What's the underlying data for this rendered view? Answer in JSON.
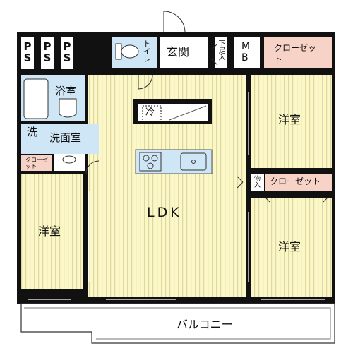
{
  "colors": {
    "wall": "#111111",
    "room_yellow": "#fbf7c6",
    "room_stripe": "#ddd8a2",
    "wet_blue": "#cfe6f6",
    "closet_pink": "#f7d2c6",
    "balcony": "#ffffff"
  },
  "icons": [
    "door-swing-icon",
    "toilet-icon",
    "bathtub-icon",
    "washbasin-icon",
    "stove-icon",
    "sink-icon",
    "refrigerator-icon"
  ],
  "rooms": {
    "ldk": "LDK",
    "bedroom_left": "洋室",
    "bedroom_right_top": "洋室",
    "bedroom_right_bottom": "洋室",
    "bath": "浴室",
    "washroom": "洗面室",
    "wash_mark": "洗",
    "toilet": "トイレ",
    "entrance": "玄関",
    "shoe_box": "下足入",
    "mb": "MB",
    "closet_top": "クローゼット",
    "closet_mid": "クローゼット",
    "closet_small": "クローゼット",
    "storage": "物入",
    "fridge": "冷",
    "balcony": "バルコニー",
    "ps": [
      "PS",
      "PS",
      "PS"
    ]
  }
}
